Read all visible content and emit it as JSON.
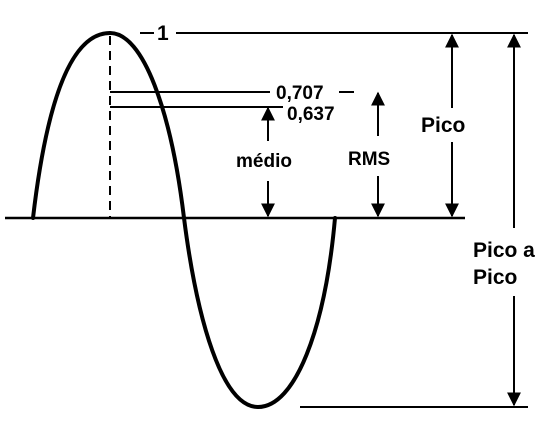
{
  "diagram": {
    "labels": {
      "peak_value": "1",
      "rms_value": "0,707",
      "avg_value": "0,637",
      "average": "médio",
      "rms": "RMS",
      "peak": "Pico",
      "peak_to_peak_line1": "Pico a",
      "peak_to_peak_line2": "Pico"
    },
    "colors": {
      "ink": "#000000",
      "background": "#ffffff"
    }
  }
}
